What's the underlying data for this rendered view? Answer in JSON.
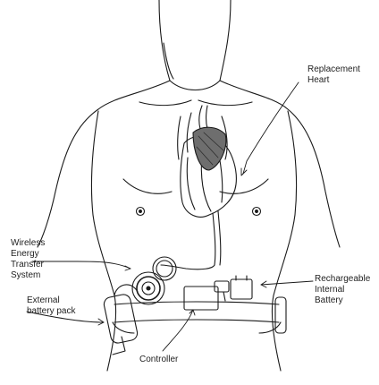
{
  "diagram": {
    "labels": {
      "replacement_heart": [
        "Replacement",
        "Heart"
      ],
      "wireless_energy": [
        "Wireless",
        "Energy",
        "Transfer",
        "System"
      ],
      "external_battery": [
        "External",
        "battery pack"
      ],
      "rechargeable_battery": [
        "Rechargeable",
        "Internal",
        "Battery"
      ],
      "controller": [
        "Controller"
      ]
    },
    "colors": {
      "line": "#1a1a1a",
      "heart_fill": "#6e6e6e",
      "background": "#ffffff"
    }
  }
}
